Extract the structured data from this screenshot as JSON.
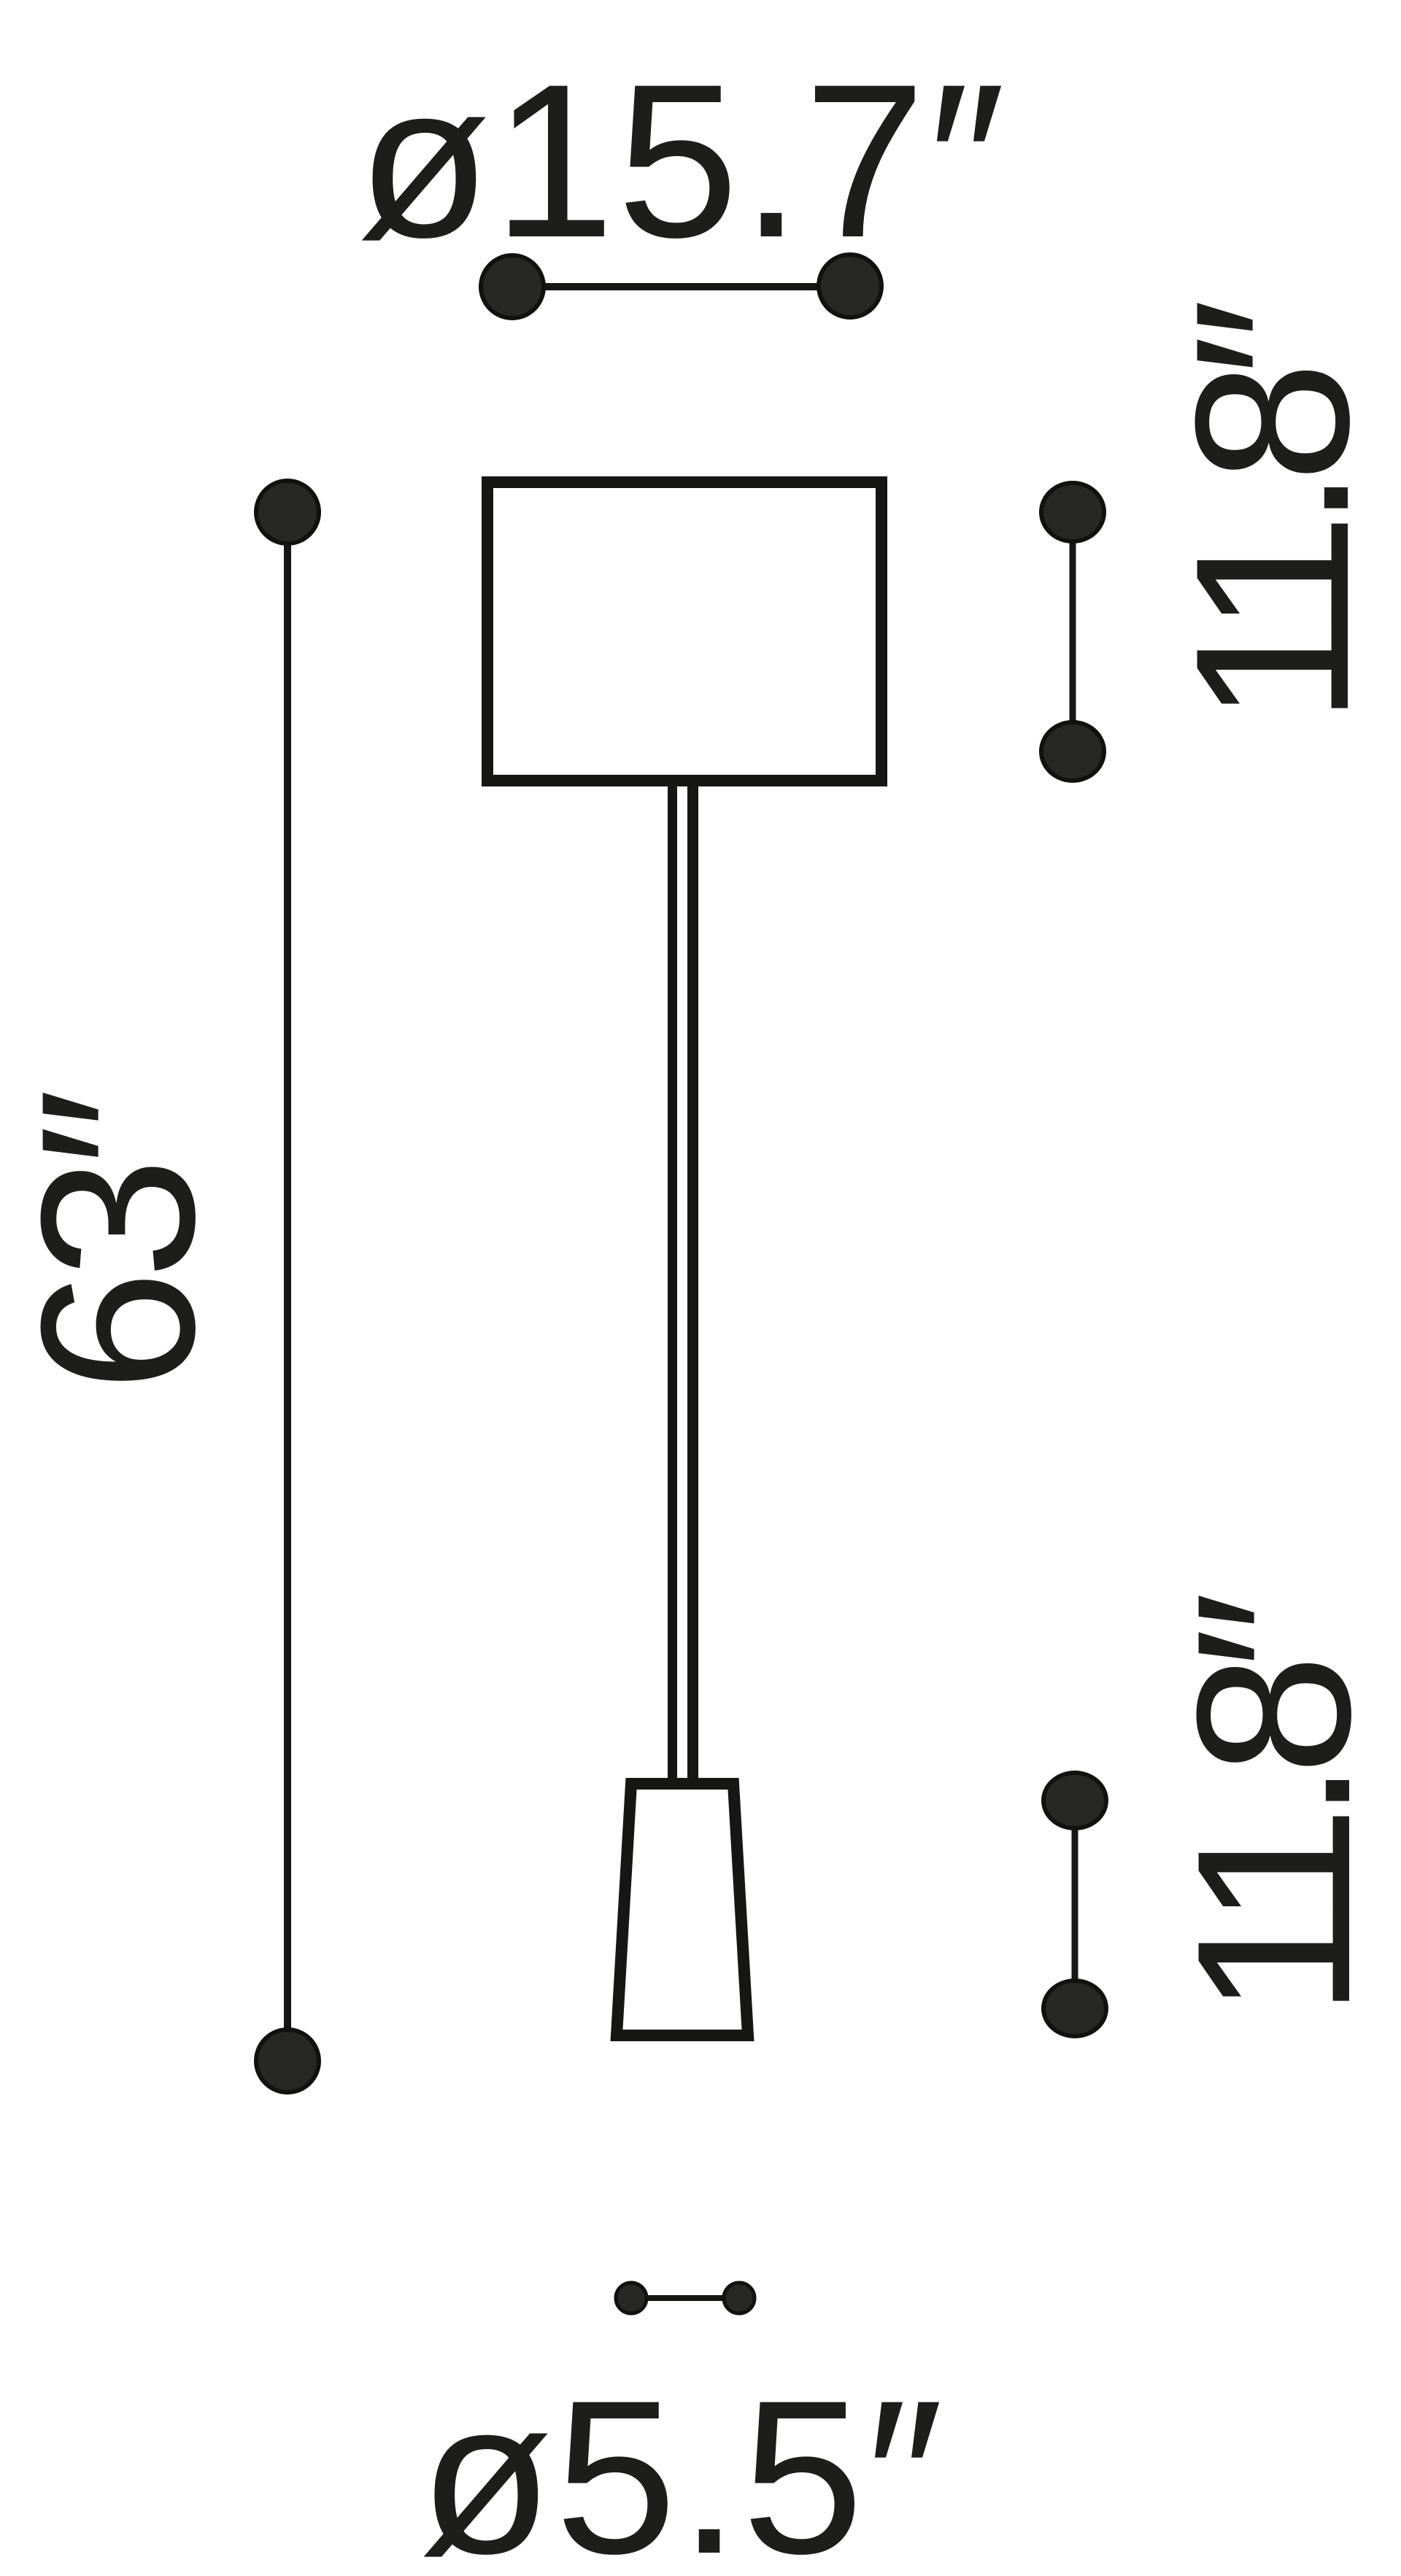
{
  "diagram": {
    "title": "Floor lamp dimension diagram",
    "type": "product-dimension-drawing",
    "background": "#ffffff"
  },
  "labels": {
    "shade_diameter": "ø15.7″",
    "shade_height": "11.8″",
    "overall_height": "63″",
    "base_height": "11.8″",
    "base_diameter": "ø5.5″"
  },
  "measurements": {
    "unit": "inches",
    "shade_diameter": 15.7,
    "shade_height": 11.8,
    "overall_height": 63,
    "base_height": 11.8,
    "base_diameter": 5.5
  },
  "parts": {
    "shade": "rectangular lamp shade (front view)",
    "pole": "thin double-line lamp pole",
    "base": "tapered cone base"
  },
  "colors": {
    "ink": "#161614",
    "dot_fill": "#272725",
    "text": "#1d1d1b",
    "background": "#ffffff"
  }
}
